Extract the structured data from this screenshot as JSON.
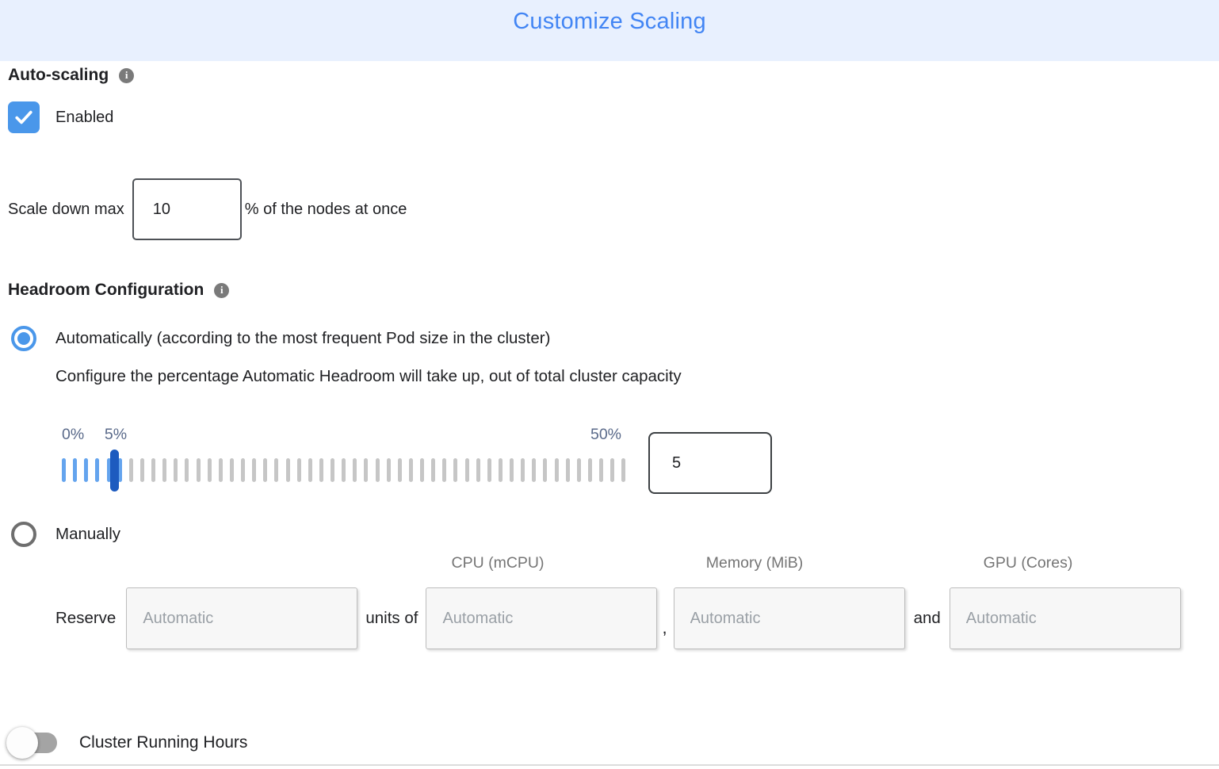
{
  "header": {
    "title": "Customize Scaling"
  },
  "auto_scaling": {
    "label": "Auto-scaling",
    "enabled_label": "Enabled",
    "checkbox_checked": true
  },
  "scale_down": {
    "prefix": "Scale down max",
    "value": "10",
    "suffix": "% of the nodes at once"
  },
  "headroom": {
    "label": "Headroom Configuration",
    "auto_option_label": "Automatically (according to the most frequent Pod size in the cluster)",
    "auto_option_selected": true,
    "auto_description": "Configure the percentage Automatic Headroom will take up, out of total cluster capacity",
    "slider": {
      "min_label": "0%",
      "current_label": "5%",
      "max_label": "50%",
      "min": 0,
      "max": 50,
      "value": 5,
      "tick_count": 51,
      "highlighted_ticks": 6
    },
    "percentage_value": "5",
    "manual_option_label": "Manually",
    "manual_option_selected": false,
    "reserve": {
      "prefix": "Reserve",
      "units_label": "units of",
      "comma": ",",
      "and_label": "and",
      "placeholder": "Automatic",
      "columns": [
        "CPU (mCPU)",
        "Memory (MiB)",
        "GPU (Cores)"
      ]
    }
  },
  "cluster_running_hours": {
    "label": "Cluster Running Hours",
    "enabled": false
  },
  "icons": {
    "auto_scaling_info": "info-icon",
    "headroom_info": "info-icon"
  },
  "colors": {
    "title_blue": "#4285f4",
    "header_bg": "#e8f0fe",
    "control_blue": "#4a97ea",
    "tick_blue": "#64a4ee",
    "thumb_blue": "#1d5bbf",
    "tick_gray": "#c6c6c6"
  }
}
